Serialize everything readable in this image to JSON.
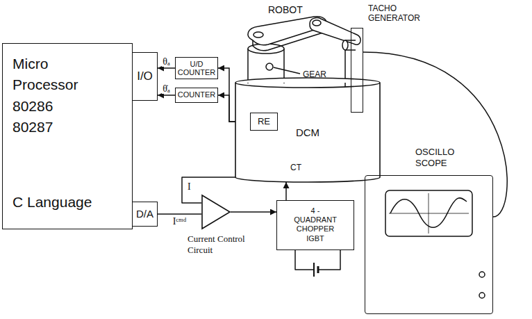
{
  "diagram": {
    "nodes": [
      {
        "text": [
          "Micro Processor 80286 80287",
          "C Language"
        ]
      },
      {
        "text": [
          "I/O"
        ]
      },
      {
        "text": [
          "D/A"
        ]
      },
      {
        "text": [
          "U/D COUNTER"
        ]
      },
      {
        "text": [
          "COUNTER"
        ]
      },
      {
        "text": [
          "DCM"
        ]
      },
      {
        "text": [
          "RE"
        ]
      },
      {
        "text": [
          "TACHO GENERATOR"
        ]
      },
      {
        "text": [
          "Current Control Circuit"
        ]
      },
      {
        "text": [
          "4 - QUADRANT CHOPPER",
          "IGBT"
        ]
      },
      {
        "text": [
          "OSCILLO SCOPE"
        ]
      }
    ],
    "edges": [
      {
        "from": 6,
        "to": 3,
        "arrow": "to"
      },
      {
        "from": 6,
        "to": 4,
        "arrow": "to"
      },
      {
        "from": 3,
        "to": 1,
        "arrow": "to",
        "label": "θₐ"
      },
      {
        "from": 4,
        "to": 1,
        "arrow": "to",
        "label": "θ̇ₐ"
      },
      {
        "from": 2,
        "to": 8,
        "arrow": "none",
        "label": "Iᶜᵐᵈ"
      },
      {
        "from": 8,
        "to": 9,
        "arrow": "to"
      },
      {
        "from": 9,
        "to": 5,
        "arrow": "to"
      },
      {
        "from": 7,
        "to": 10,
        "arrow": "none"
      }
    ],
    "labels": [
      "ROBOT",
      "GEAR",
      "CT",
      "I"
    ]
  }
}
